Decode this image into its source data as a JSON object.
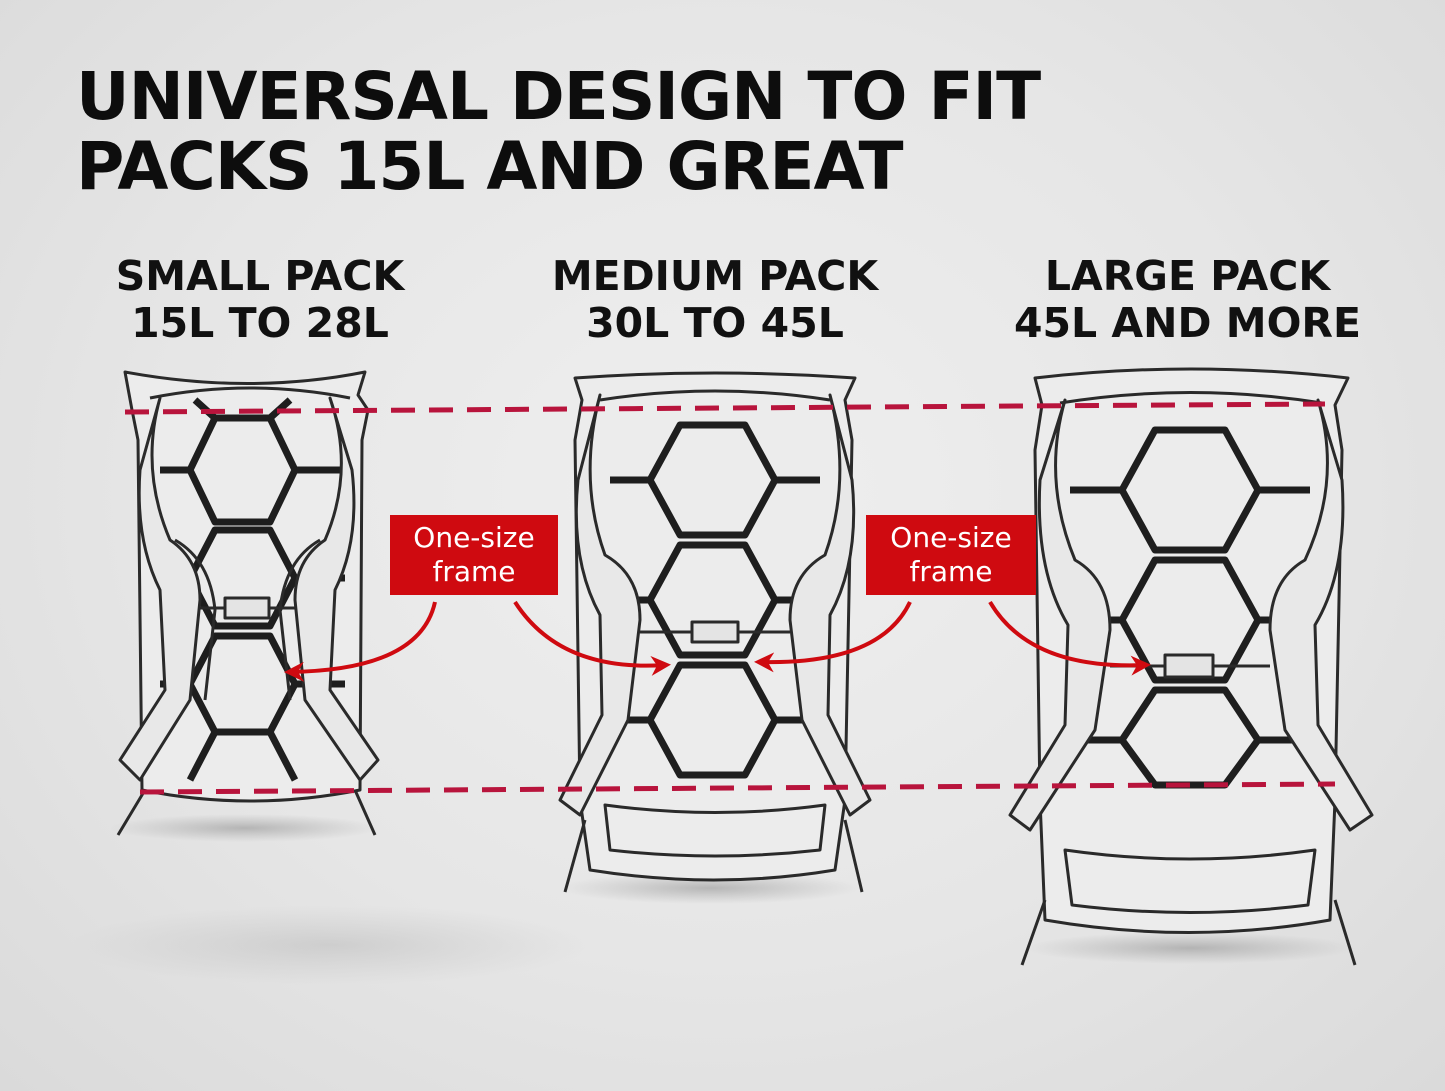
{
  "headline": {
    "line1": "UNIVERSAL DESIGN TO FIT",
    "line2": "PACKS 15L AND GREAT"
  },
  "packs": [
    {
      "name": "SMALL PACK",
      "range": "15L TO 28L"
    },
    {
      "name": "MEDIUM PACK",
      "range": "30L TO 45L"
    },
    {
      "name": "LARGE PACK",
      "range": "45L AND MORE"
    }
  ],
  "callouts": [
    {
      "line1": "One-size",
      "line2": "frame"
    },
    {
      "line1": "One-size",
      "line2": "frame"
    }
  ],
  "colors": {
    "accent_red": "#cf0a10",
    "guide_line": "#b8143c",
    "outline": "#2a2a2a",
    "frame": "#1e1e1e"
  },
  "icons": [
    "backpack-outline",
    "hexagon-frame",
    "chest-buckle",
    "curved-arrow"
  ]
}
